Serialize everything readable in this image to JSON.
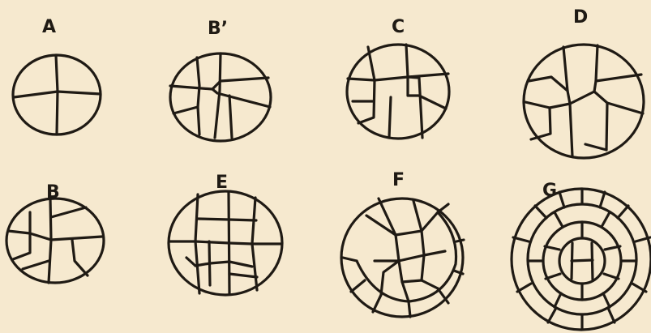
{
  "figure": {
    "background_color": "#f6e9cf",
    "ink_color": "#1f1a14",
    "panels": [
      {
        "id": "A",
        "label": "A"
      },
      {
        "id": "Bp",
        "label": "B’"
      },
      {
        "id": "C",
        "label": "C"
      },
      {
        "id": "D",
        "label": "D"
      },
      {
        "id": "B",
        "label": "B"
      },
      {
        "id": "E",
        "label": "E"
      },
      {
        "id": "F",
        "label": "F"
      },
      {
        "id": "G",
        "label": "G"
      }
    ]
  }
}
